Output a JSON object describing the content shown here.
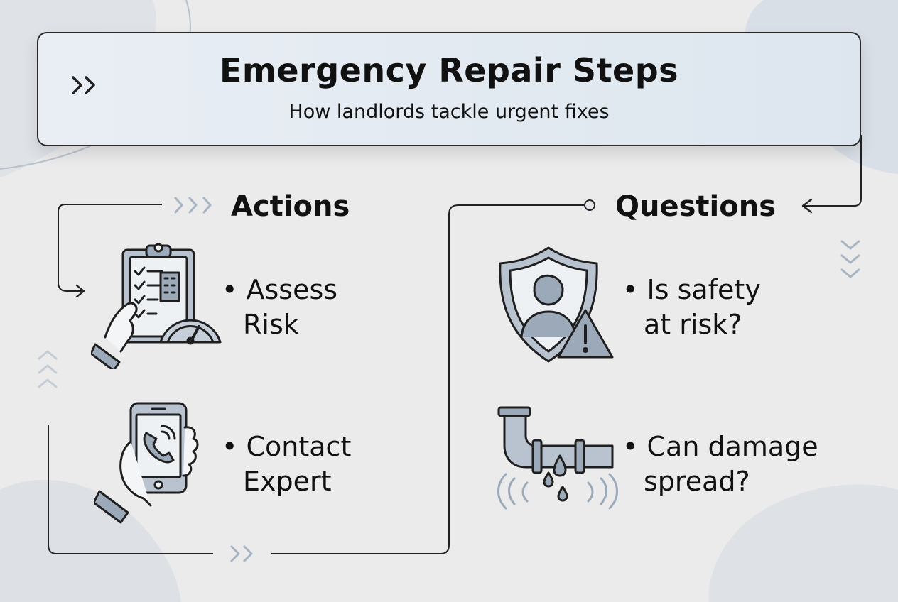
{
  "header": {
    "title": "Emergency Repair Steps",
    "subtitle": "How landlords tackle urgent fixes"
  },
  "actions": {
    "title": "Actions",
    "items": [
      {
        "icon": "clipboard-gauge-icon",
        "lines": [
          "• Assess",
          "Risk"
        ]
      },
      {
        "icon": "phone-call-icon",
        "lines": [
          "• Contact",
          "Expert"
        ]
      }
    ]
  },
  "questions": {
    "title": "Questions",
    "items": [
      {
        "icon": "shield-warning-icon",
        "lines": [
          "• Is safety",
          "at risk?"
        ]
      },
      {
        "icon": "leaking-pipe-icon",
        "lines": [
          "• Can damage",
          "spread?"
        ]
      }
    ]
  },
  "colors": {
    "accent": "#9aa9bb",
    "stroke": "#1f1f1f",
    "background": "#ebebeb",
    "header_fill": "#e2e9f1"
  }
}
